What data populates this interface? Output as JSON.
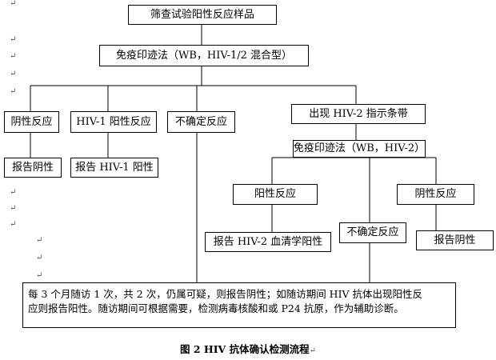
{
  "return_mark": "↵",
  "nodes": {
    "screening": "筛查试验阳性反应样品",
    "wb_mixed": "免疫印迹法（WB，HIV-1/2 混合型）",
    "negative_reaction": "阴性反应",
    "hiv1_positive_reaction": "HIV-1 阳性反应",
    "indeterminate_1": "不确定反应",
    "hiv2_band": "出现 HIV-2 指示条带",
    "report_negative_1": "报告阴性",
    "report_hiv1_positive": "报告 HIV-1 阳性",
    "wb_hiv2": "免疫印迹法（WB，HIV-2）",
    "hiv2_positive_reaction": "阳性反应",
    "hiv2_negative_reaction": "阴性反应",
    "report_hiv2_positive": "报告 HIV-2 血清学阳性",
    "indeterminate_2": "不确定反应",
    "report_negative_2": "报告阴性"
  },
  "followup_note": {
    "line1": "每 3 个月随访 1 次，共 2 次，仍属可疑，则报告阴性；如随访期间 HIV 抗体出现阳性反",
    "line2": "应则报告阳性。随访期间可根据需要，检测病毒核酸和或 P24 抗原，作为辅助诊断。"
  },
  "caption": "图 2   HIV 抗体确认检测流程"
}
